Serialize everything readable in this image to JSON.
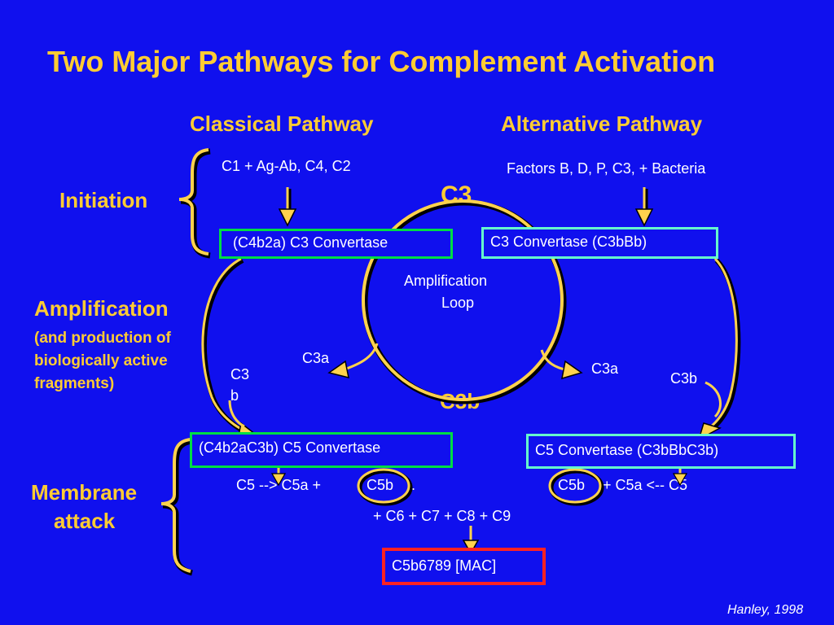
{
  "slide": {
    "title": "Two Major Pathways for Complement Activation",
    "credit": "Hanley, 1998"
  },
  "headers": {
    "classical": "Classical Pathway",
    "alternative": "Alternative Pathway"
  },
  "stages": {
    "initiation": "Initiation",
    "amplification": "Amplification",
    "amplification_note_1": "(and production of",
    "amplification_note_2": "biologically active",
    "amplification_note_3": "fragments)",
    "membrane_1": "Membrane",
    "membrane_2": "attack"
  },
  "classical": {
    "inputs": "C1 + Ag-Ab,  C4,  C2",
    "c3_convertase": "(C4b2a)  C3 Convertase",
    "c3b_1": "C3",
    "c3b_2": "b",
    "c5_convertase": "(C4b2aC3b)  C5 Convertase",
    "c5_reaction_pre": "C5  --> C5a  +",
    "c5b": "C5b",
    "c5_reaction_post": "."
  },
  "alternative": {
    "inputs": "Factors  B, D, P, C3, + Bacteria",
    "c3_convertase": "C3 Convertase  (C3bBb)",
    "c3b": "C3b",
    "c5_convertase": "C5 Convertase  (C3bBbC3b)",
    "c5b": "C5b",
    "c5_reaction_post": "+ C5a  <-- C5"
  },
  "loop": {
    "c3_top": "C3",
    "label_1": "Amplification",
    "label_2": "Loop",
    "c3a_left": "C3a",
    "c3a_right": "C3a",
    "c3b_bottom": "C3b"
  },
  "mac": {
    "terminal_components": "+  C6 + C7 + C8 + C9",
    "complex": "C5b6789  [MAC]"
  },
  "colors": {
    "background": "#1010ee",
    "text_yellow": "#ffcc33",
    "arrow_fill": "#ffd24d",
    "green_box": "#00dd44",
    "cyan_box": "#66ffcc",
    "red_box": "#ff2222"
  }
}
